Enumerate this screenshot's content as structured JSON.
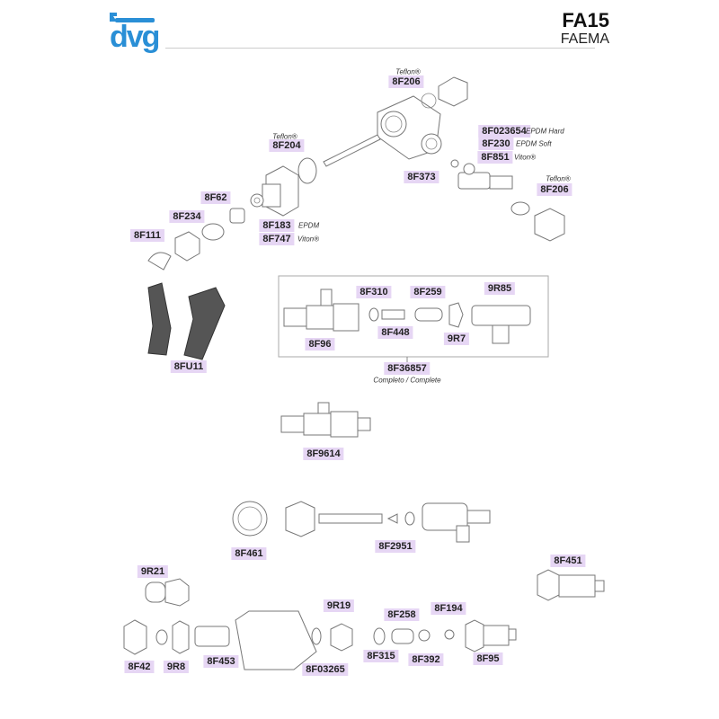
{
  "header": {
    "logo": "dvg",
    "model": "FA15",
    "brand": "FAEMA",
    "brand_color": "#2a8fd6"
  },
  "labels": {
    "l8F206a": "8F206",
    "l8F023654": "8F023654",
    "l8F230": "8F230",
    "l8F851": "8F851",
    "l8F373": "8F373",
    "l8F206b": "8F206",
    "l8F204": "8F204",
    "l8F62": "8F62",
    "l8F234": "8F234",
    "l8F111": "8F111",
    "l8F183": "8F183",
    "l8F747": "8F747",
    "l8F310": "8F310",
    "l8F259": "8F259",
    "l9R85": "9R85",
    "l8F448": "8F448",
    "l8F96": "8F96",
    "l9R7": "9R7",
    "l8F36857": "8F36857",
    "l8FU11": "8FU11",
    "l8F9614": "8F9614",
    "l8F461": "8F461",
    "l8F2951": "8F2951",
    "l9R21": "9R21",
    "l8F451": "8F451",
    "l9R19": "9R19",
    "l8F258": "8F258",
    "l8F194": "8F194",
    "l8F42": "8F42",
    "l9R8": "9R8",
    "l8F453": "8F453",
    "l8F03265": "8F03265",
    "l8F315": "8F315",
    "l8F392": "8F392",
    "l8F95": "8F95"
  },
  "notes": {
    "teflon": "Teflon®",
    "epdm_hard": "EPDM Hard",
    "epdm_soft": "EPDM Soft",
    "viton": "Viton®",
    "epdm": "EPDM",
    "complete": "Completo / Complete"
  }
}
